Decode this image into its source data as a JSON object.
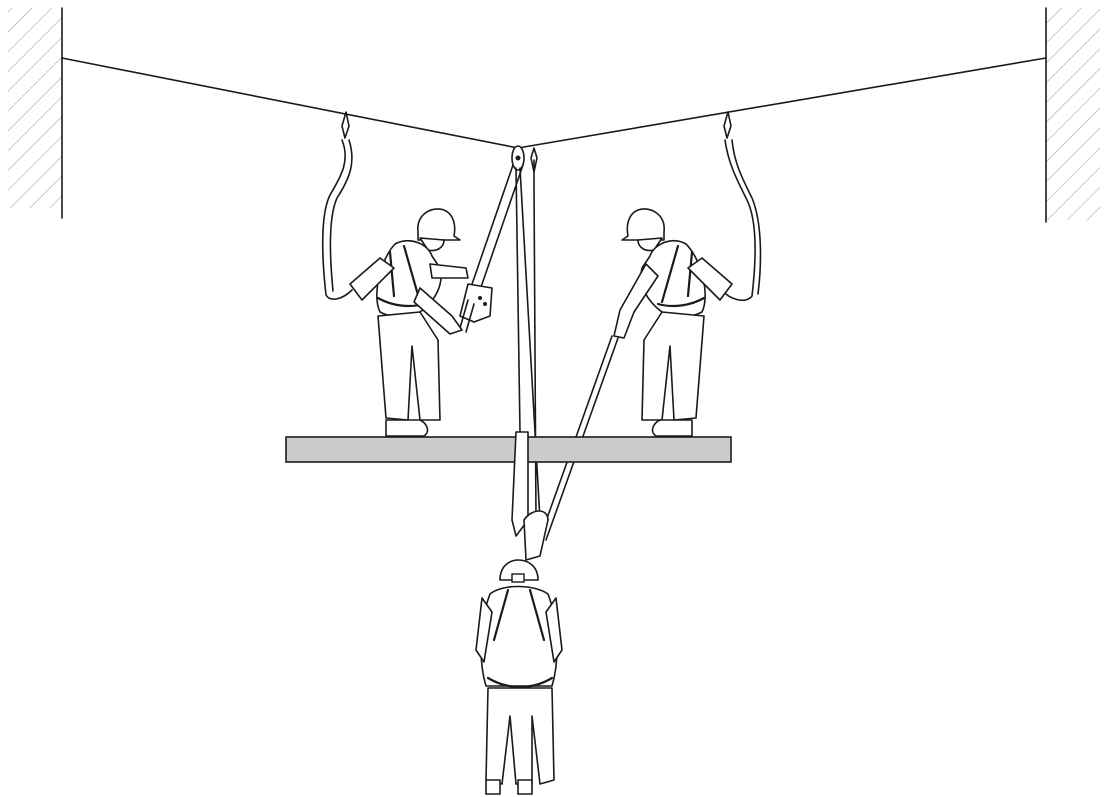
{
  "colors": {
    "line": "#1a1a1a",
    "platform": "#cccccc",
    "background": "#ffffff"
  },
  "scene": {
    "elements": [
      "left-wall",
      "right-wall",
      "horizontal-lifeline",
      "center-pulley",
      "left-worker",
      "right-worker",
      "platform",
      "rescue-winch",
      "rescue-rope",
      "suspended-worker"
    ]
  }
}
